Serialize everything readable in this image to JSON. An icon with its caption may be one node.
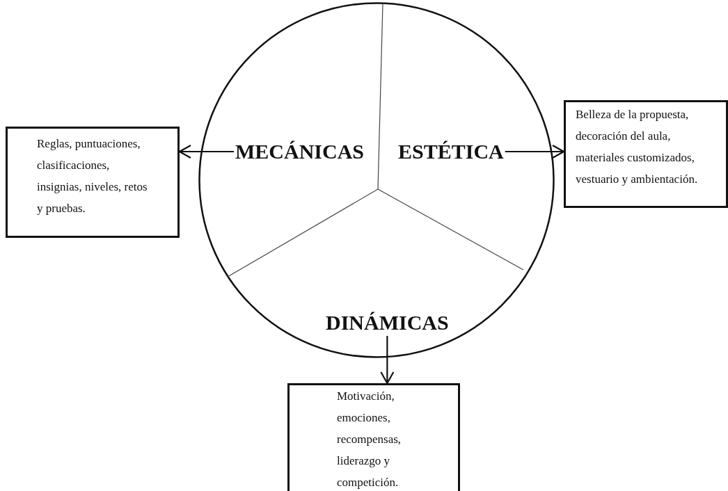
{
  "diagram": {
    "nodes": [
      {
        "text": [],
        "shape": "circle"
      },
      {
        "text": [
          "MECÁNICAS"
        ],
        "in": 0
      },
      {
        "text": [
          "ESTÉTICA"
        ],
        "in": 0
      },
      {
        "text": [
          "DINÁMICAS"
        ],
        "in": 0
      },
      {
        "text": [
          "Reglas, puntuaciones, clasificaciones, insignias, niveles, retos y pruebas."
        ]
      },
      {
        "text": [
          "Belleza de la propuesta, decoración del aula, materiales customizados, vestuario y ambientación."
        ]
      },
      {
        "text": [
          "Motivación, emociones, recompensas, liderazgo y competición."
        ]
      }
    ],
    "edges": [
      {
        "from": 1,
        "to": 4,
        "arrow": "to"
      },
      {
        "from": 2,
        "to": 5,
        "arrow": "to"
      },
      {
        "from": 3,
        "to": 6,
        "arrow": "to"
      }
    ]
  }
}
